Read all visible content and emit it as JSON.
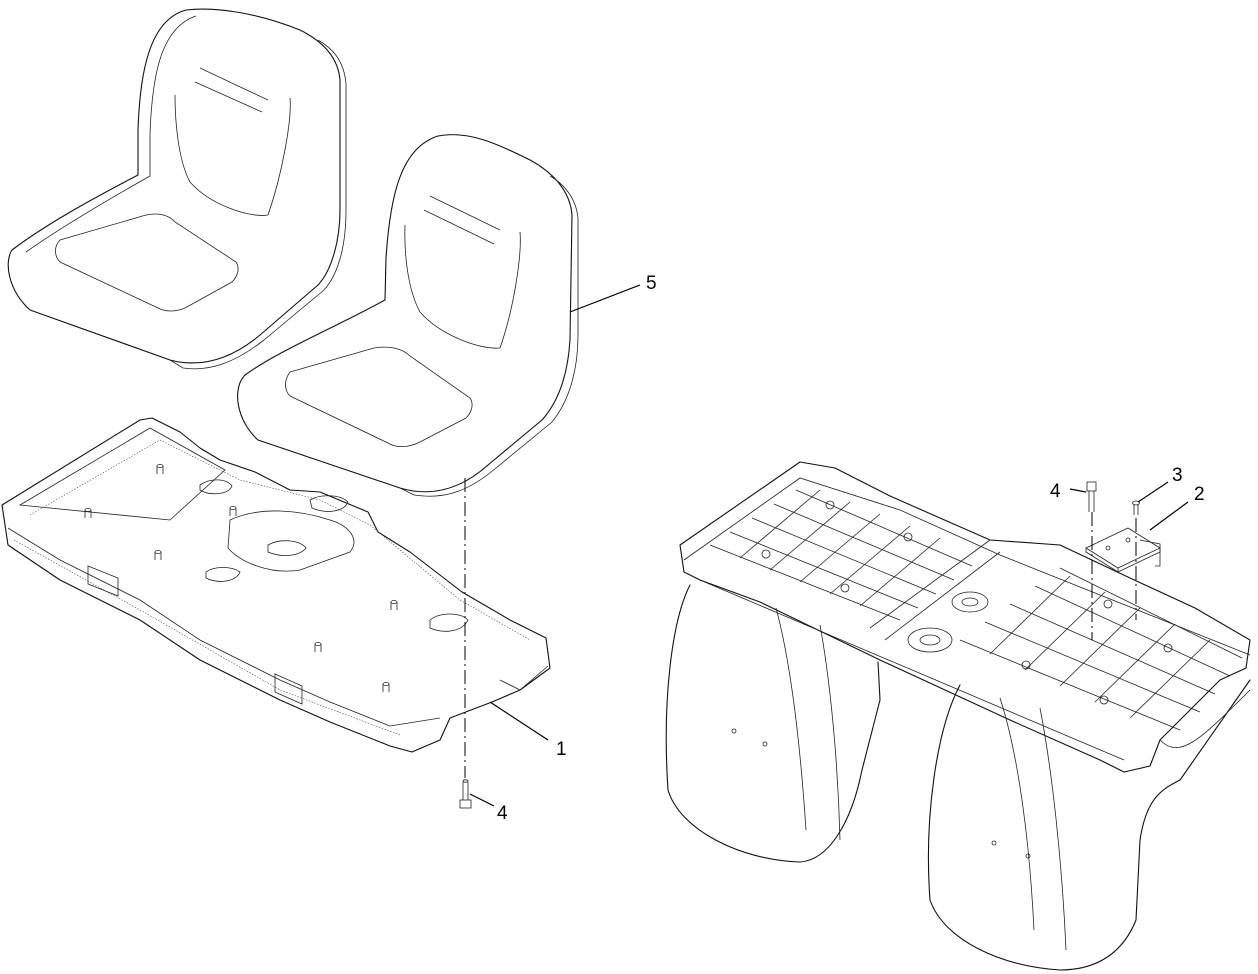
{
  "callouts": {
    "c5": "5",
    "c1": "1",
    "c4_left": "4",
    "c4_right": "4",
    "c3": "3",
    "c2": "2"
  }
}
